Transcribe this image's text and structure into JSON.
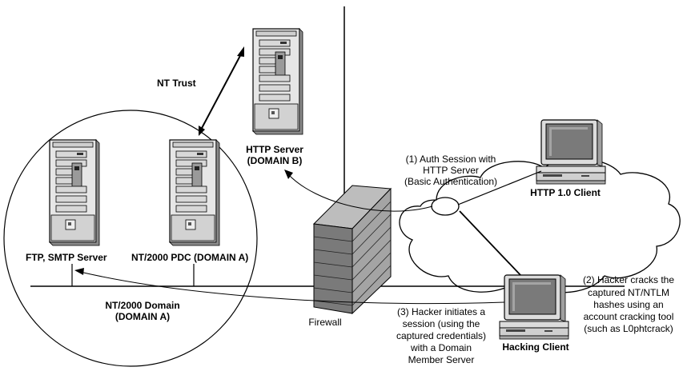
{
  "labels": {
    "nt_trust": "NT Trust",
    "http_server_l1": "HTTP Server",
    "http_server_l2": "(DOMAIN B)",
    "ftp_smtp_server": "FTP, SMTP Server",
    "pdc": "NT/2000 PDC (DOMAIN A)",
    "domain_l1": "NT/2000 Domain",
    "domain_l2": "(DOMAIN A)",
    "firewall": "Firewall",
    "http_client": "HTTP 1.0 Client",
    "hacking_client": "Hacking Client",
    "step1": [
      "(1) Auth Session with",
      "HTTP Server",
      "(Basic Authentication)"
    ],
    "step2": [
      "(2) Hacker cracks the",
      "captured NT/NTLM",
      "hashes using an",
      "account cracking tool",
      "(such as L0phtcrack)"
    ],
    "step3": [
      "(3) Hacker initiates a",
      "session (using the",
      "captured credentials)",
      "with a Domain",
      "Member Server"
    ]
  },
  "icons": [
    "server-tower-icon",
    "desktop-computer-icon",
    "brick-firewall-icon",
    "network-cloud-icon"
  ]
}
